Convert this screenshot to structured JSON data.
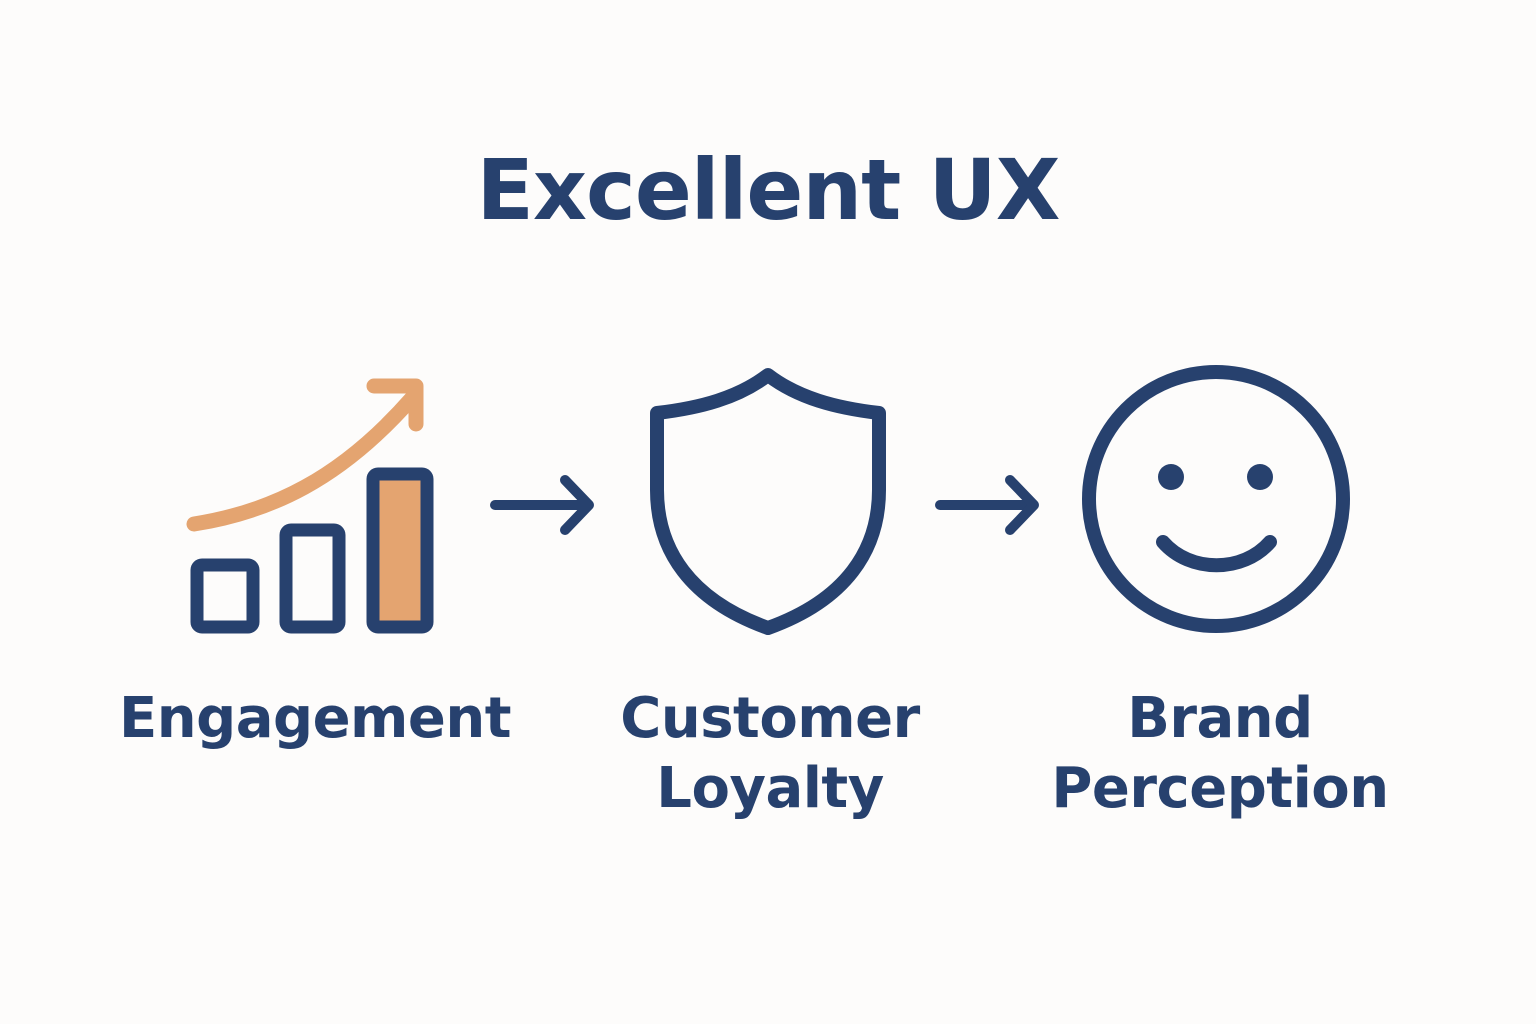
{
  "title": "Excellent UX",
  "colors": {
    "background": "#fdfcfb",
    "primary": "#27416e",
    "accent": "#e4a470"
  },
  "flow": [
    {
      "icon": "bar-chart-growth-icon",
      "label_lines": [
        "Engagement"
      ]
    },
    {
      "icon": "shield-icon",
      "label_lines": [
        "Customer",
        "Loyalty"
      ]
    },
    {
      "icon": "smiley-face-icon",
      "label_lines": [
        "Brand",
        "Perception"
      ]
    }
  ],
  "connectors": [
    {
      "icon": "arrow-right-icon",
      "from": "Engagement",
      "to": "Customer Loyalty"
    },
    {
      "icon": "arrow-right-icon",
      "from": "Customer Loyalty",
      "to": "Brand Perception"
    }
  ]
}
